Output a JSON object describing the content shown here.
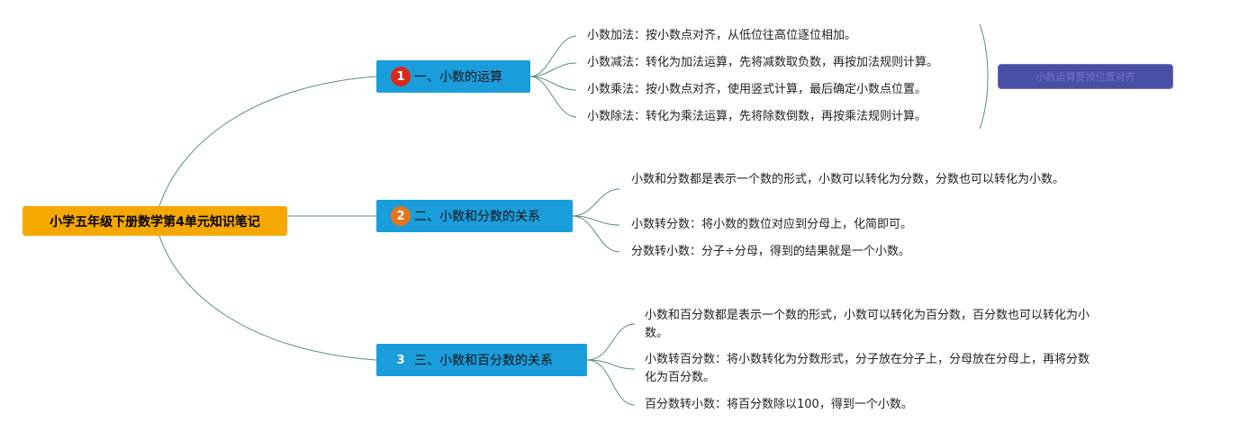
{
  "root": {
    "label": "小学五年级下册数学第4单元知识笔记"
  },
  "branches": [
    {
      "badge": "1",
      "label": "一、小数的运算",
      "leaves": [
        "小数加法：按小数点对齐，从低位往高位逐位相加。",
        "小数减法：转化为加法运算，先将减数取负数，再按加法规则计算。",
        "小数乘法：按小数点对齐，使用竖式计算，最后确定小数点位置。",
        "小数除法：转化为乘法运算，先将除数倒数，再按乘法规则计算。"
      ]
    },
    {
      "badge": "2",
      "label": "二、小数和分数的关系",
      "leaves": [
        "小数和分数都是表示一个数的形式，小数可以转化为分数，分数也可以转化为小数。",
        "小数转分数：将小数的数位对应到分母上，化简即可。",
        "分数转小数：分子÷分母，得到的结果就是一个小数。"
      ]
    },
    {
      "badge": "3",
      "label": "三、小数和百分数的关系",
      "leaves": [
        "小数和百分数都是表示一个数的形式，小数可以转化为百分数，百分数也可以转化为小数。",
        "小数转百分数：将小数转化为分数形式，分子放在分子上，分母放在分母上，再将分数化为百分数。",
        "百分数转小数：将百分数除以100，得到一个小数。"
      ]
    }
  ],
  "summary": {
    "label": "小数运算要按位置对齐"
  },
  "colors": {
    "root": "#f5a800",
    "branch": "#1a9ddb",
    "link": "#5a8f7a",
    "badge1": "#d9291c",
    "badge2": "#e8731a",
    "summary": "#4a4fa6"
  }
}
